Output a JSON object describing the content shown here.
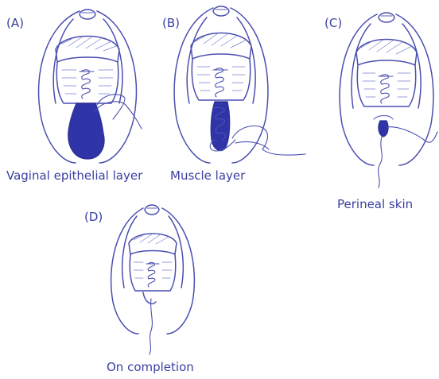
{
  "panels": [
    {
      "id": "A",
      "label": "(A)",
      "caption": "Vaginal epithelial layer"
    },
    {
      "id": "B",
      "label": "(B)",
      "caption": "Muscle layer"
    },
    {
      "id": "C",
      "label": "(C)",
      "caption": "Perineal skin"
    },
    {
      "id": "D",
      "label": "(D)",
      "caption": "On completion"
    }
  ],
  "colors": {
    "ink": "#4a4fb0",
    "fill": "#2f35a8",
    "text": "#3a3fa0"
  }
}
